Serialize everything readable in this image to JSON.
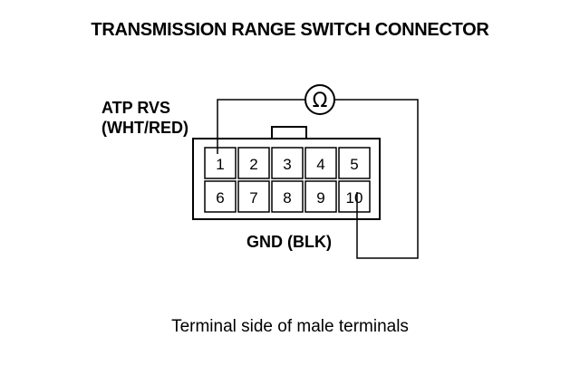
{
  "title": "TRANSMISSION RANGE SWITCH CONNECTOR",
  "labels": {
    "atp_rvs_line1": "ATP RVS",
    "atp_rvs_line2": "(WHT/RED)",
    "gnd": "GND (BLK)"
  },
  "meter_symbol": "Ω",
  "terminals": {
    "row1": [
      "1",
      "2",
      "3",
      "4",
      "5"
    ],
    "row2": [
      "6",
      "7",
      "8",
      "9",
      "10"
    ]
  },
  "caption": "Terminal side of male terminals"
}
